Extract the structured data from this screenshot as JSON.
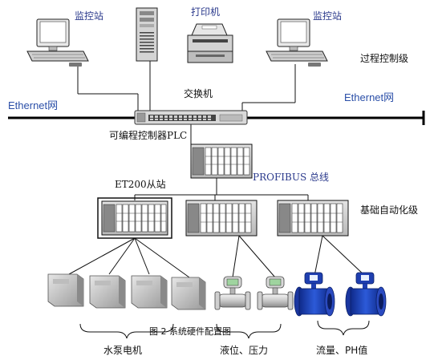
{
  "labels": {
    "monitor_station_left": "监控站",
    "printer": "打印机",
    "monitor_station_right": "监控站",
    "process_control_level": "过程控制级",
    "switch": "交换机",
    "ethernet_left": "Ethernet网",
    "ethernet_right": "Ethernet网",
    "plc": "可编程控制器PLC",
    "et200": "ET200从站",
    "profibus": "PROFIBUS 总线",
    "basic_automation_level": "基础自动化级",
    "figure_caption": "图 2  系统硬件配置图",
    "pump_motor": "水泵电机",
    "level_pressure": "液位、压力",
    "flow_ph": "流量、PH值"
  },
  "colors": {
    "label_blue": "#2b3a8c",
    "ethernet_blue": "#2b4fa8",
    "flowmeter_blue": "#1f3fb0",
    "line": "#111111"
  },
  "icons": [
    "workstation-icon",
    "server-tower-icon",
    "printer-icon",
    "network-switch-icon",
    "plc-rack-icon",
    "motor-drive-icon",
    "pressure-transmitter-icon",
    "electromagnetic-flowmeter-icon"
  ]
}
